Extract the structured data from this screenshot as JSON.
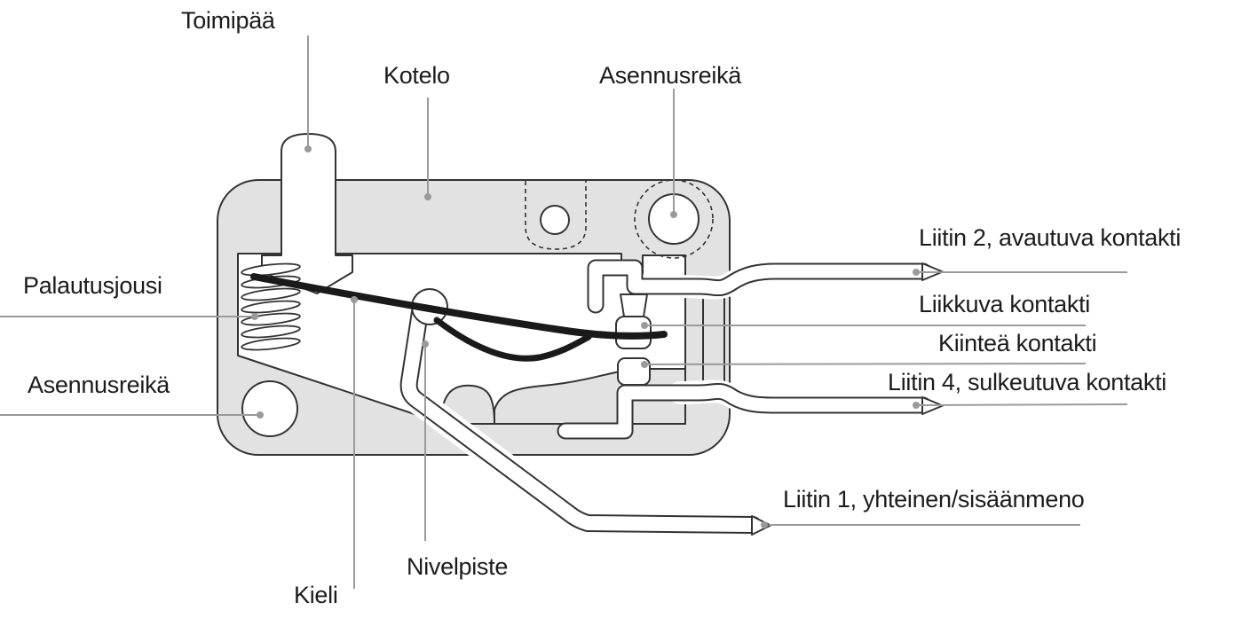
{
  "figure": {
    "type": "microswitch-cross-section-diagram",
    "labels": {
      "toimipaa": "Toimipää",
      "kotelo": "Kotelo",
      "asennusreika_top": "Asennusreikä",
      "palautusjousi": "Palautusjousi",
      "asennusreika_left": "Asennusreikä",
      "liitin2": "Liitin 2, avautuva kontakti",
      "liikkuva": "Liikkuva kontakti",
      "kiintea": "Kiinteä kontakti",
      "liitin4": "Liitin 4, sulkeutuva kontakti",
      "liitin1": "Liitin 1, yhteinen/sisäänmeno",
      "nivelpiste": "Nivelpiste",
      "kieli": "Kieli"
    },
    "colors": {
      "background": "#ffffff",
      "housing_fill": "#e2e2e2",
      "outline": "#333333",
      "blade": "#1a1a1a",
      "leader_line": "#9a9a9a",
      "label_text": "#1c1c1c"
    }
  }
}
